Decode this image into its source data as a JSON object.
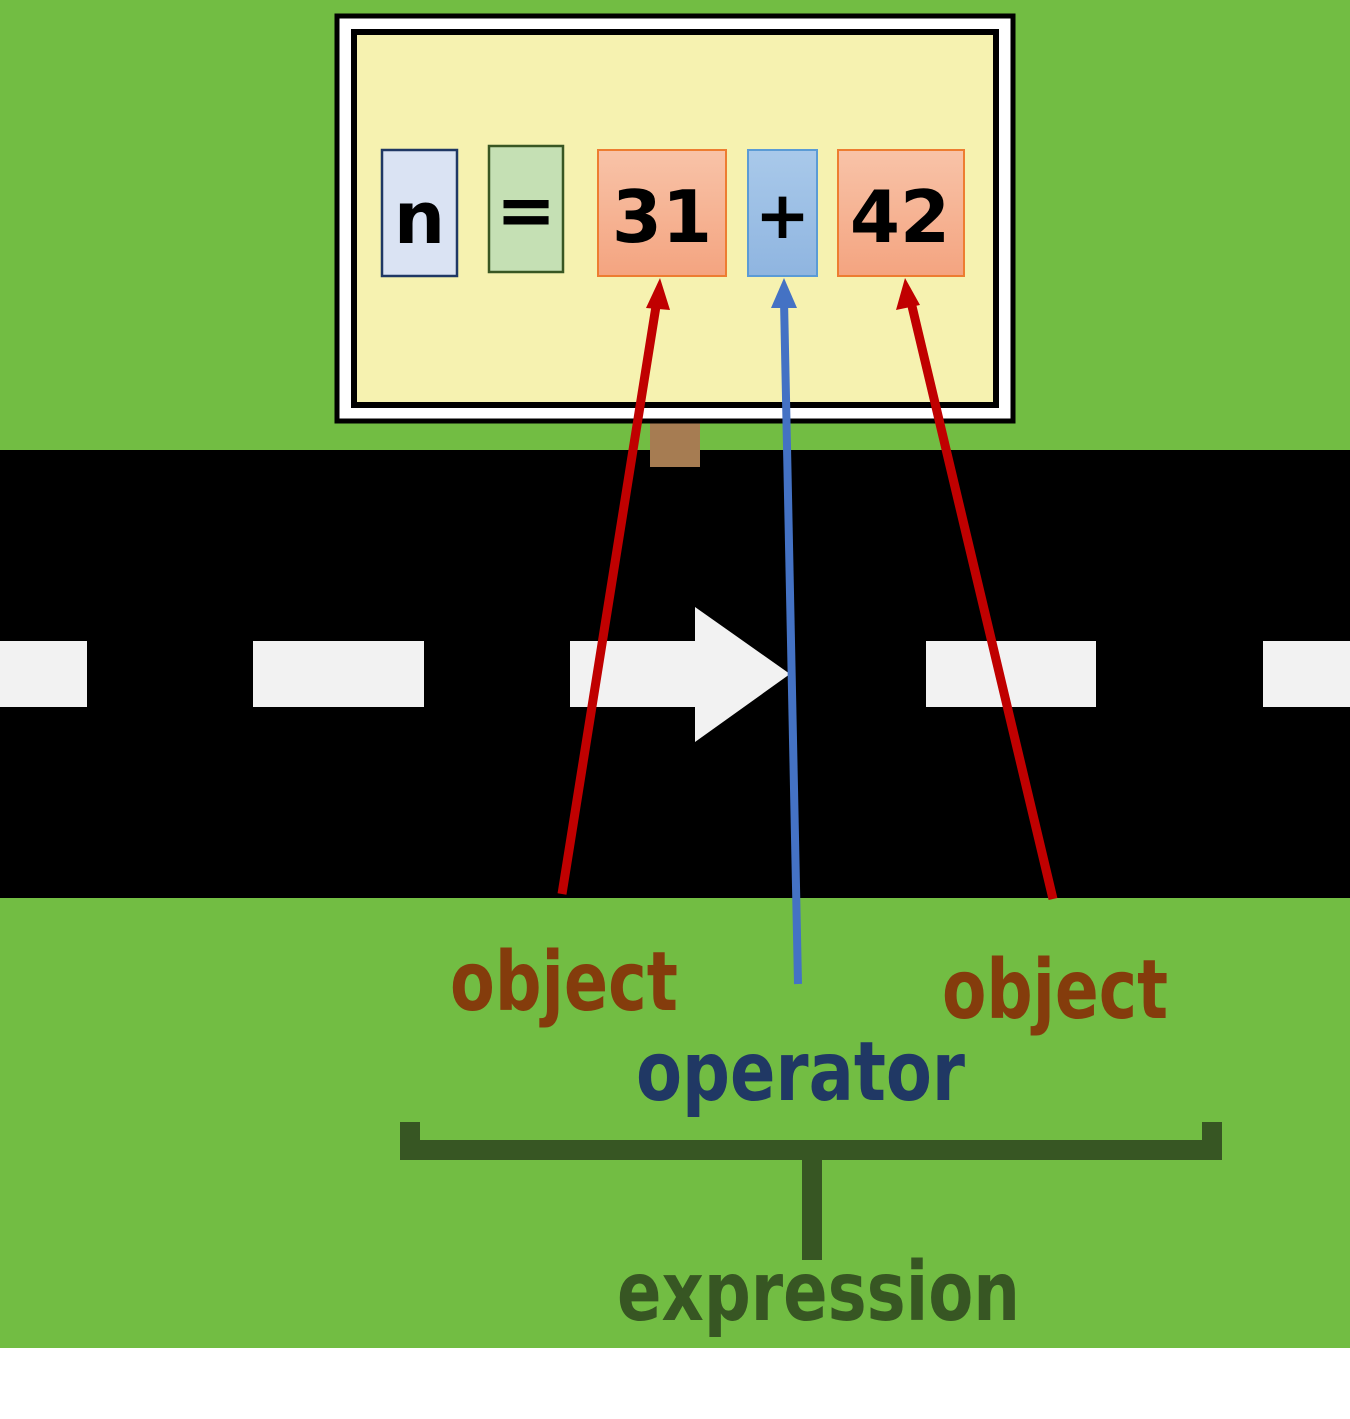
{
  "sign": {
    "tokens": {
      "variable": "n",
      "assign": "=",
      "left_operand": "31",
      "operator": "+",
      "right_operand": "42"
    }
  },
  "labels": {
    "object_left": "object",
    "object_right": "object",
    "operator": "operator",
    "expression": "expression"
  },
  "colors": {
    "grass": "#72bd43",
    "road": "#000000",
    "sign_fill": "#f6f2b0",
    "object_text": "#843c0c",
    "operator_text": "#203864",
    "expression_text": "#375623",
    "object_arrow": "#c00000",
    "operator_arrow": "#4472c4"
  }
}
